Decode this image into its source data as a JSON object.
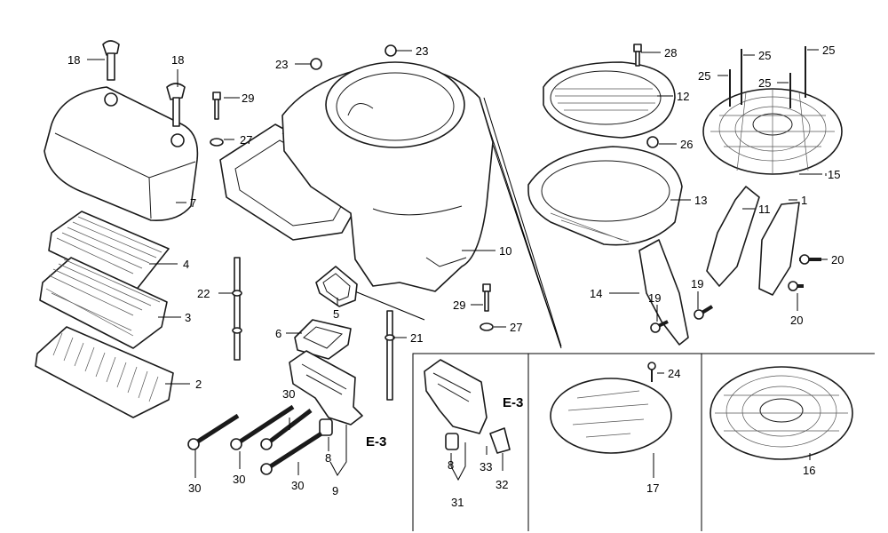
{
  "callouts": [
    {
      "id": "c18a",
      "text": "18"
    },
    {
      "id": "c18b",
      "text": "18"
    },
    {
      "id": "c7",
      "text": "7"
    },
    {
      "id": "c4",
      "text": "4"
    },
    {
      "id": "c3",
      "text": "3"
    },
    {
      "id": "c2",
      "text": "2"
    },
    {
      "id": "c29a",
      "text": "29"
    },
    {
      "id": "c27a",
      "text": "27"
    },
    {
      "id": "c23a",
      "text": "23"
    },
    {
      "id": "c23b",
      "text": "23"
    },
    {
      "id": "c22",
      "text": "22"
    },
    {
      "id": "c5",
      "text": "5"
    },
    {
      "id": "c6",
      "text": "6"
    },
    {
      "id": "c10",
      "text": "10"
    },
    {
      "id": "c29b",
      "text": "29"
    },
    {
      "id": "c27b",
      "text": "27"
    },
    {
      "id": "c21",
      "text": "21"
    },
    {
      "id": "c28",
      "text": "28"
    },
    {
      "id": "c12",
      "text": "12"
    },
    {
      "id": "c26",
      "text": "26"
    },
    {
      "id": "c13",
      "text": "13"
    },
    {
      "id": "c25a",
      "text": "25"
    },
    {
      "id": "c25b",
      "text": "25"
    },
    {
      "id": "c25c",
      "text": "25"
    },
    {
      "id": "c25d",
      "text": "25"
    },
    {
      "id": "c15",
      "text": "15"
    },
    {
      "id": "c11",
      "text": "11"
    },
    {
      "id": "c1",
      "text": "1"
    },
    {
      "id": "c20a",
      "text": "20"
    },
    {
      "id": "c20b",
      "text": "20"
    },
    {
      "id": "c14",
      "text": "14"
    },
    {
      "id": "c19a",
      "text": "19"
    },
    {
      "id": "c19b",
      "text": "19"
    },
    {
      "id": "c30a",
      "text": "30"
    },
    {
      "id": "c30b",
      "text": "30"
    },
    {
      "id": "c30c",
      "text": "30"
    },
    {
      "id": "c30d",
      "text": "30"
    },
    {
      "id": "c8a",
      "text": "8"
    },
    {
      "id": "c9",
      "text": "9"
    },
    {
      "id": "c8b",
      "text": "8"
    },
    {
      "id": "c31",
      "text": "31"
    },
    {
      "id": "c33",
      "text": "33"
    },
    {
      "id": "c32",
      "text": "32"
    },
    {
      "id": "c24",
      "text": "24"
    },
    {
      "id": "c17",
      "text": "17"
    },
    {
      "id": "c16",
      "text": "16"
    }
  ],
  "references": [
    {
      "id": "e3a",
      "text": "E-3"
    },
    {
      "id": "e3b",
      "text": "E-3"
    }
  ]
}
